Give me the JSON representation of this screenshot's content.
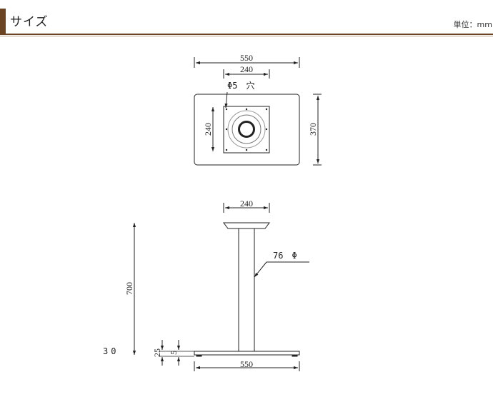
{
  "header": {
    "title": "サイズ",
    "unit": "単位：mm"
  },
  "colors": {
    "header_accent": "#6b4424",
    "line": "#222222"
  },
  "top_view": {
    "width_label": "550",
    "plate_width_label": "240",
    "hole_label": "Φ5　穴",
    "plate_height_label": "240",
    "depth_label": "370"
  },
  "side_view": {
    "top_plate_label": "240",
    "column_label": "76　Φ",
    "height_label": "700",
    "left_label": "30",
    "base_thickness_label": "25",
    "foot_label": "5",
    "base_width_label": "550"
  }
}
